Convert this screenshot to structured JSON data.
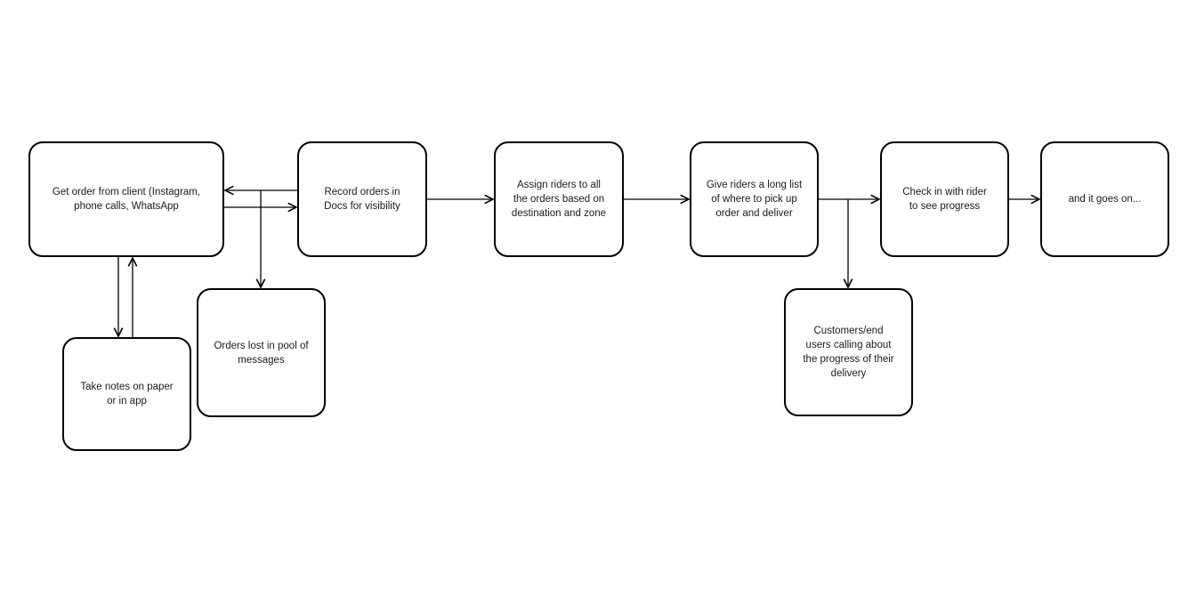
{
  "canvas": {
    "background_color": "#ffffff",
    "node_fill_color": "#ffffff",
    "node_border_color": "#000000",
    "connector_color": "#000000",
    "text_color": "#1a1a1a"
  },
  "diagram": {
    "nodes": [
      {
        "id": "get-order",
        "label": "Get order from client (Instagram,\nphone calls, WhatsApp"
      },
      {
        "id": "record-orders",
        "label": "Record orders in\nDocs for visibility"
      },
      {
        "id": "assign-riders",
        "label": "Assign riders to all\nthe orders based on\ndestination and zone"
      },
      {
        "id": "give-riders",
        "label": "Give riders a long list\nof where to pick up\norder and deliver"
      },
      {
        "id": "check-in",
        "label": "Check in with rider\nto see progress"
      },
      {
        "id": "goes-on",
        "label": "and it goes on..."
      },
      {
        "id": "take-notes",
        "label": "Take notes on paper\nor in app"
      },
      {
        "id": "orders-lost",
        "label": "Orders lost in pool of\nmessages"
      },
      {
        "id": "customers-calling",
        "label": "Customers/end\nusers calling about\nthe progress of their\ndelivery"
      }
    ],
    "edges": [
      {
        "from": "record-orders",
        "to": "get-order"
      },
      {
        "from": "get-order",
        "to": "record-orders"
      },
      {
        "from": "get-order",
        "to": "orders-lost"
      },
      {
        "from": "get-order",
        "to": "take-notes"
      },
      {
        "from": "take-notes",
        "to": "get-order"
      },
      {
        "from": "record-orders",
        "to": "assign-riders"
      },
      {
        "from": "assign-riders",
        "to": "give-riders"
      },
      {
        "from": "give-riders",
        "to": "check-in"
      },
      {
        "from": "give-riders",
        "to": "customers-calling"
      },
      {
        "from": "check-in",
        "to": "goes-on"
      }
    ]
  }
}
